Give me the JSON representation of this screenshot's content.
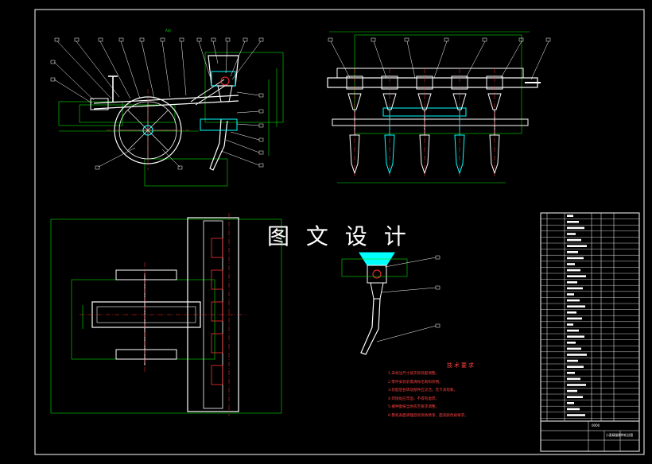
{
  "watermark": "图 文 设 计",
  "technical_requirements": {
    "title": "技术要求",
    "items": [
      "1.未标注尺寸按实际装配调整。",
      "2.零件安装前需清除毛刺和杂物。",
      "3.装配后各转动部件应灵活，无卡滞现象。",
      "4.焊接处应牢固，不得有虚焊。",
      "5.播种量按当地农艺要求调整。",
      "6.整机表面清理后喷涂防锈漆，面漆颜色按要求。"
    ]
  },
  "view_label": "A向",
  "title_block": {
    "drawing_title": "小麦精量播种机总图",
    "drawing_number": "0000"
  },
  "colors": {
    "background": "#000000",
    "outline": "#ffffff",
    "dimension": "#00e000",
    "leader": "#ffffff",
    "centerline": "#ff3030",
    "highlight": "#00ffff",
    "accent": "#ff00ff",
    "notes": "#ff4040"
  }
}
